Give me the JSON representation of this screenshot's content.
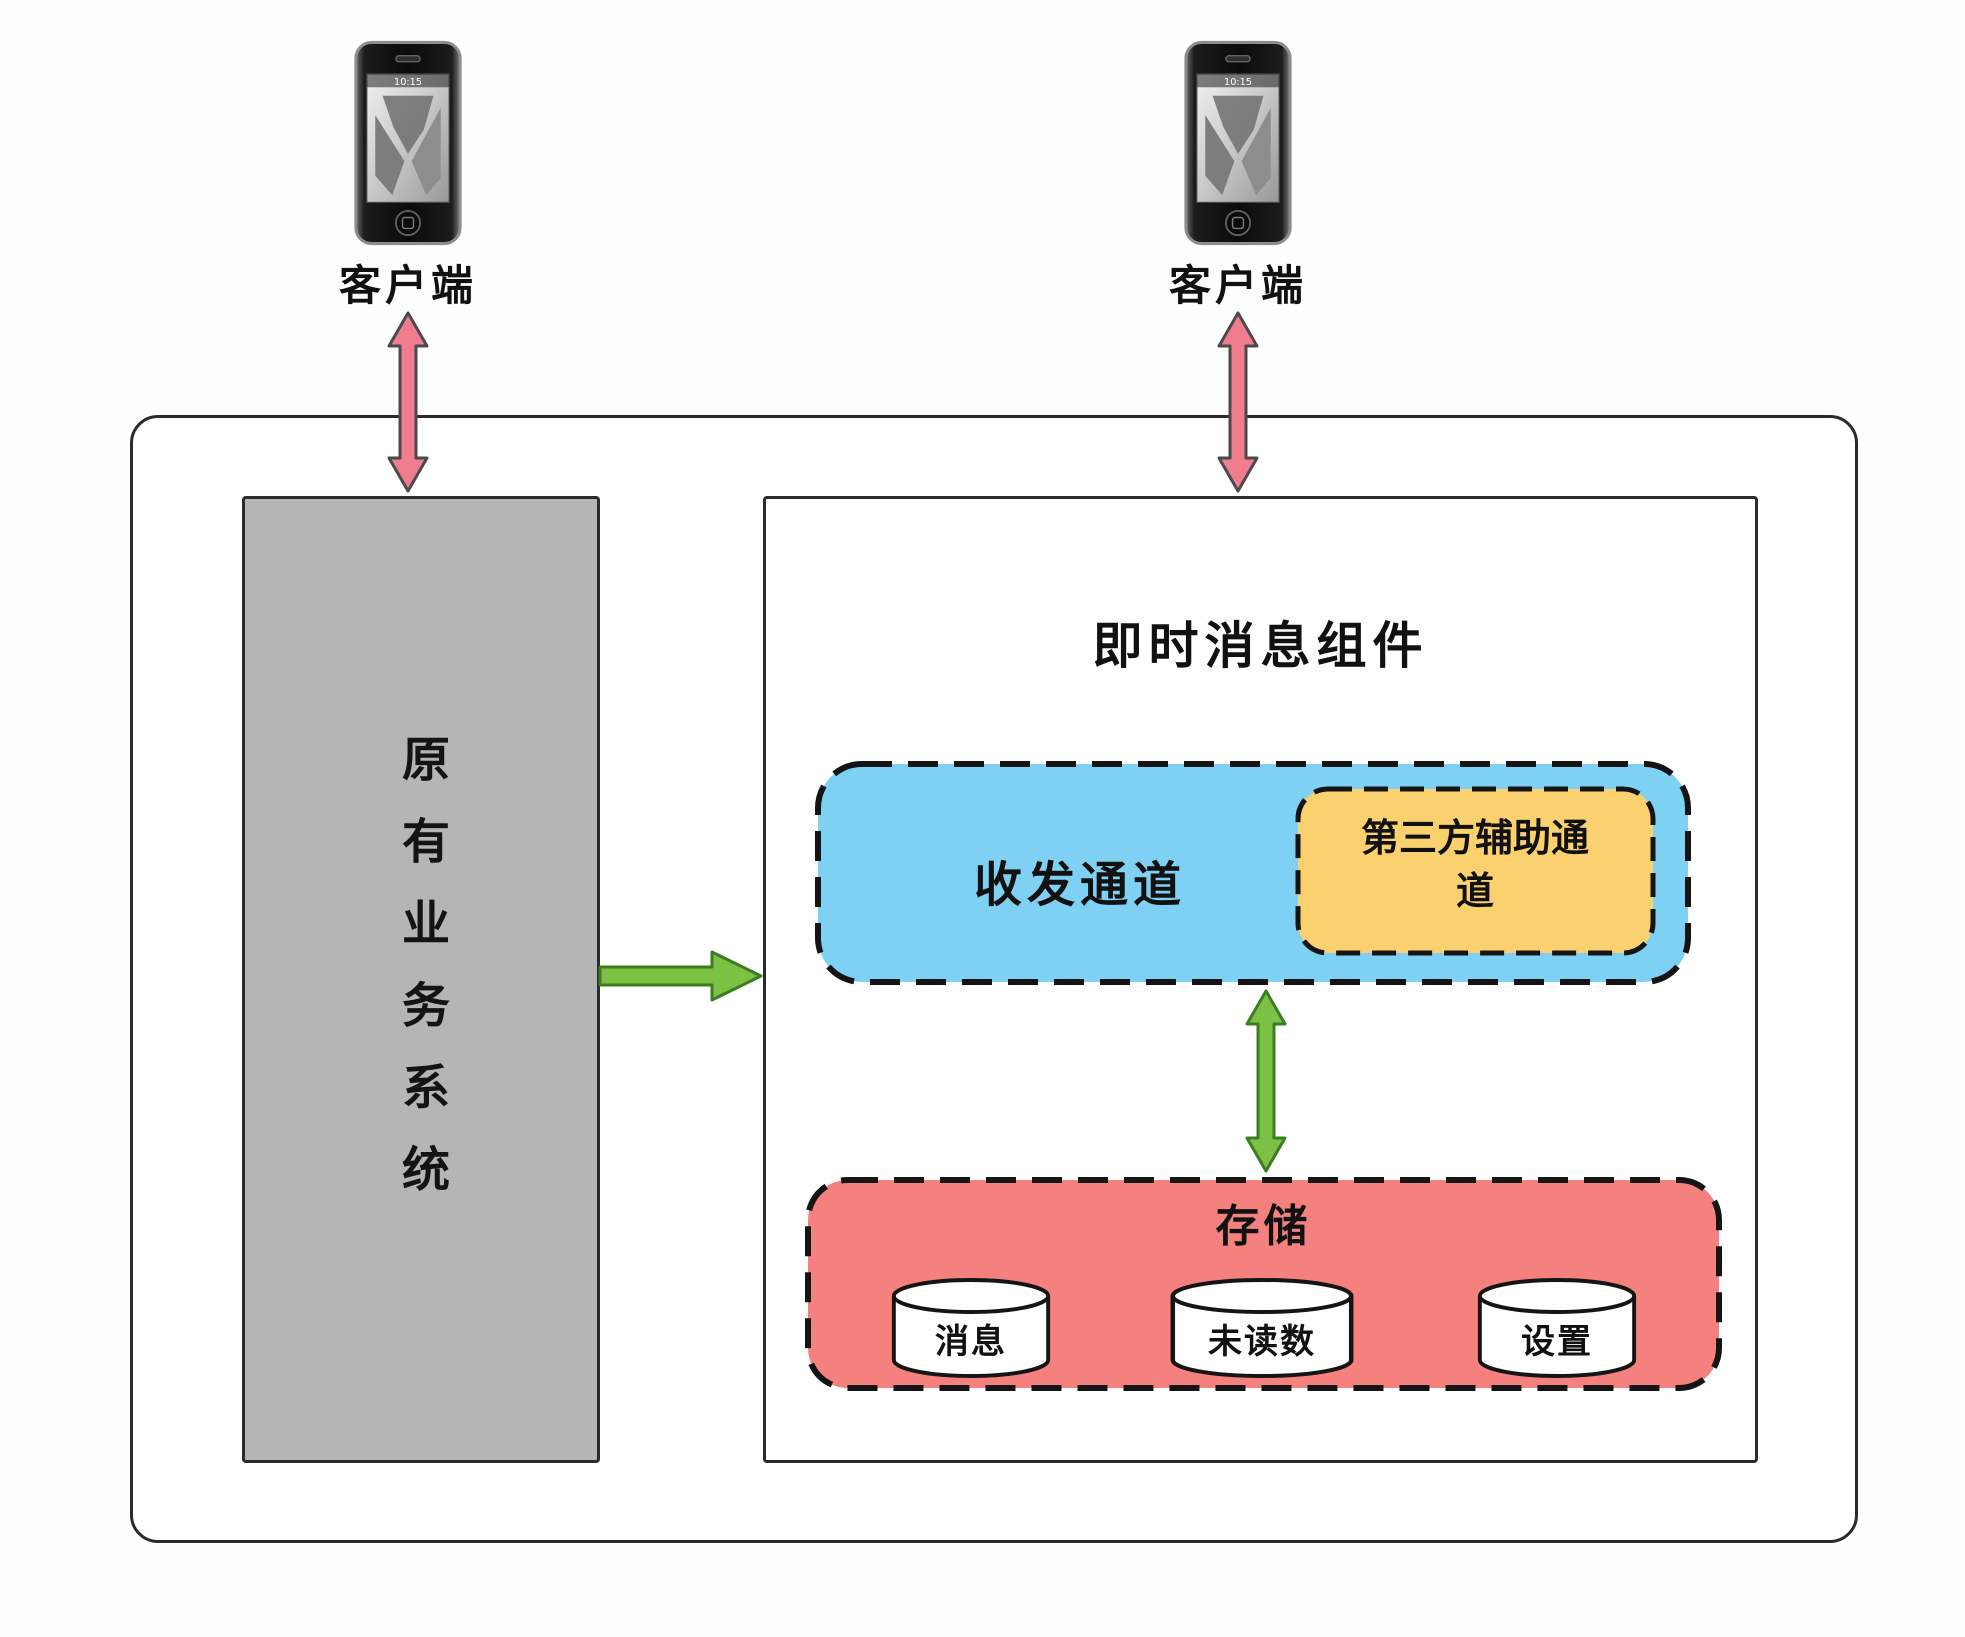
{
  "colors": {
    "legacy_box": "#b5b5b5",
    "channel_box": "#7ed1f2",
    "third_party_box": "#fbd06e",
    "storage_box": "#f5817f",
    "green_arrow": "#7cc144",
    "pink_arrow": "#ef7d8e",
    "stroke": "#111111"
  },
  "clients": [
    {
      "label": "客户端",
      "screen_time": "10:15"
    },
    {
      "label": "客户端",
      "screen_time": "10:15"
    }
  ],
  "legacy_system": {
    "label": "原有业务系统"
  },
  "im_component": {
    "title": "即时消息组件",
    "channel": {
      "label": "收发通道"
    },
    "third_party_channel": {
      "label": "第三方辅助通道"
    },
    "storage": {
      "label": "存储",
      "databases": [
        {
          "label": "消息"
        },
        {
          "label": "未读数"
        },
        {
          "label": "设置"
        }
      ]
    }
  }
}
